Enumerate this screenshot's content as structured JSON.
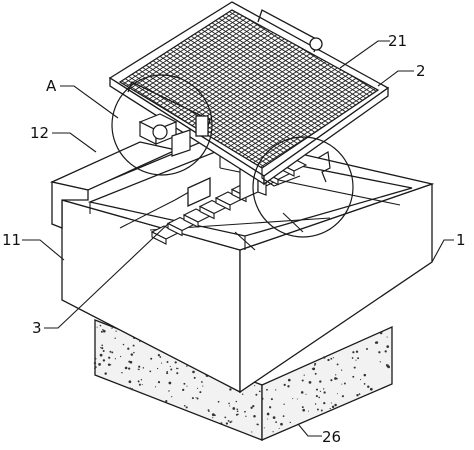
{
  "drawing": {
    "labels": {
      "l21": "21",
      "l2": "2",
      "lA": "A",
      "l12": "12",
      "l11": "11",
      "l1": "1",
      "l3": "3",
      "l26": "26"
    },
    "colors": {
      "line": "#1a1a1a",
      "mesh": "#222222",
      "base_fill": "#f2f2f2",
      "background": "#ffffff"
    }
  }
}
